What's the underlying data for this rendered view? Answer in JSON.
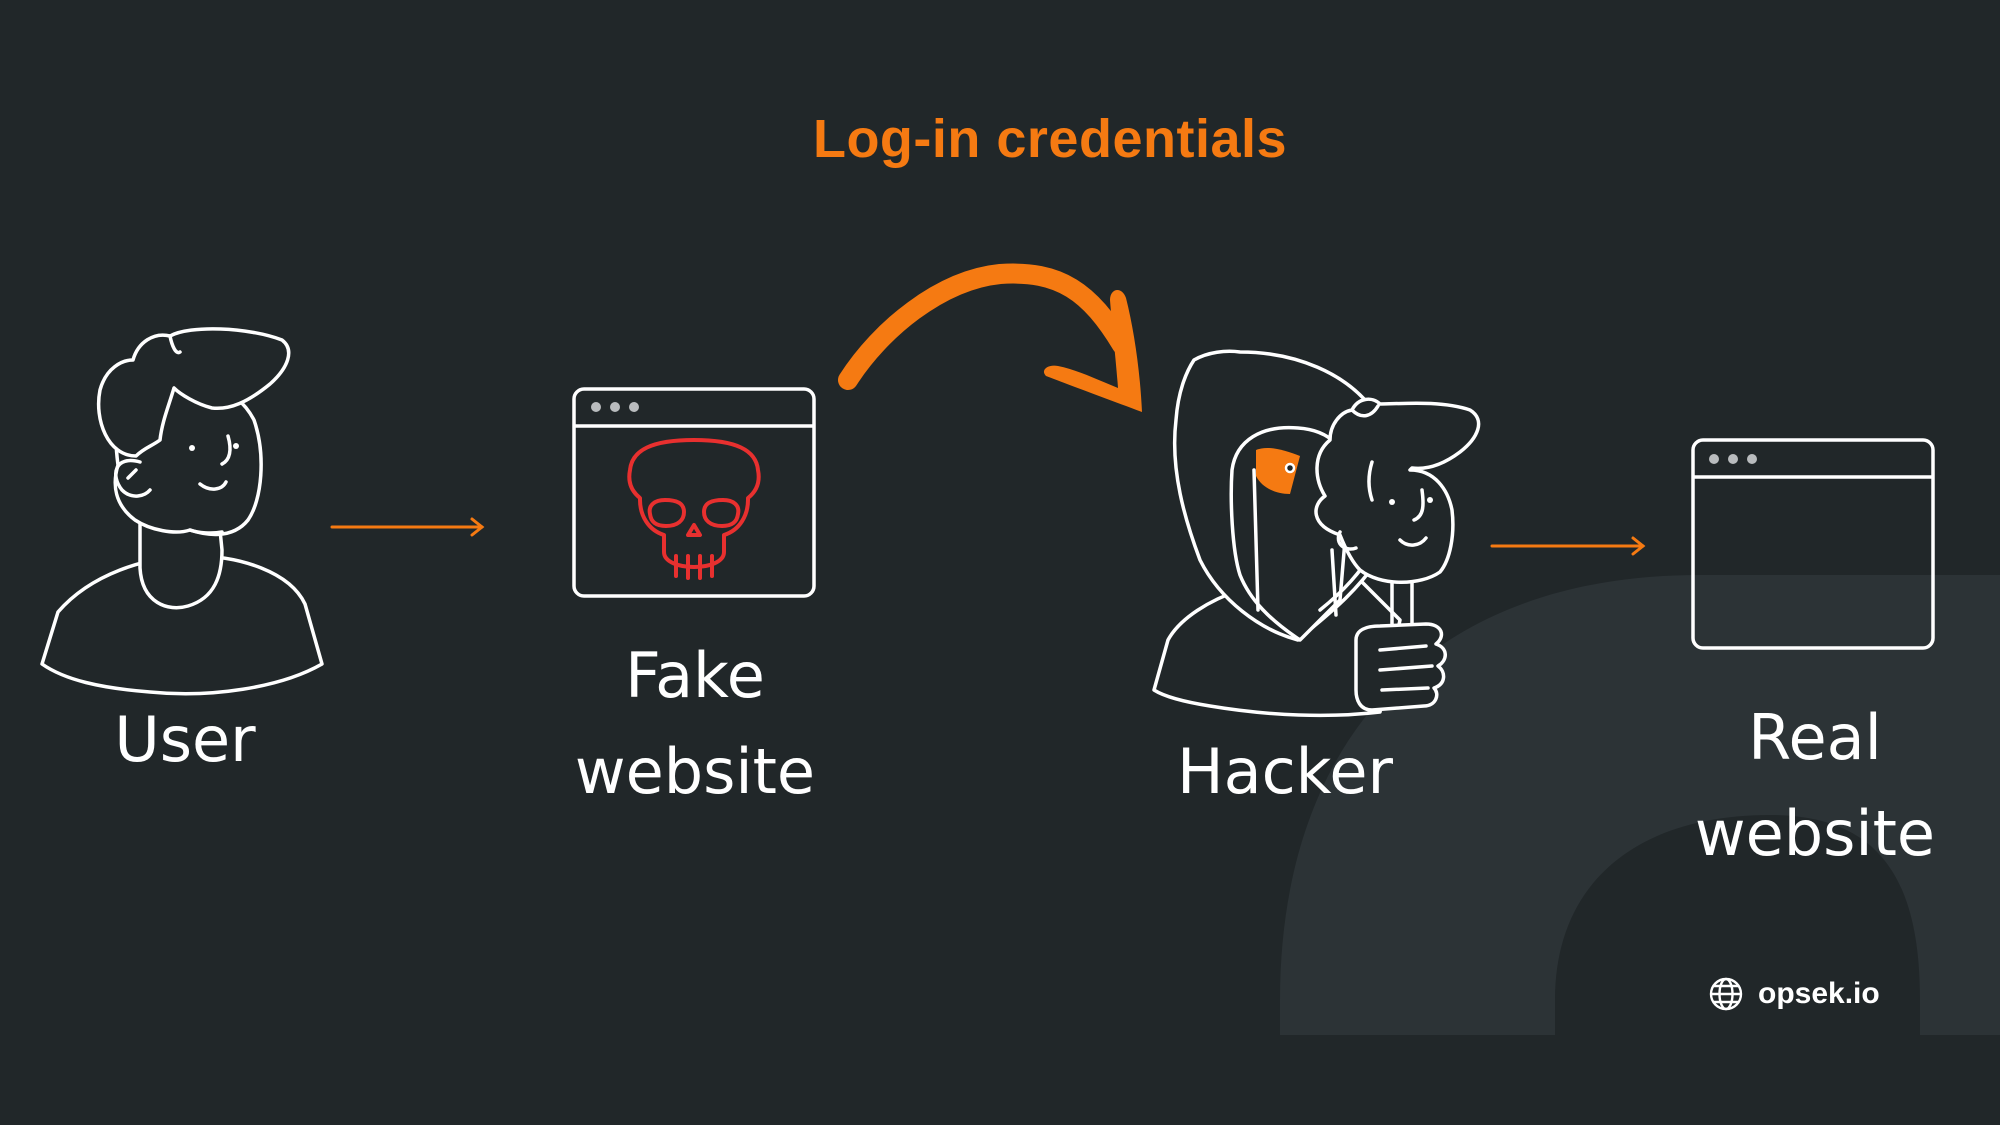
{
  "headline": "Log-in credentials",
  "nodes": {
    "user": [
      "User"
    ],
    "fake_website": [
      "Fake",
      "website"
    ],
    "hacker": [
      "Hacker"
    ],
    "real_website": [
      "Real",
      "website"
    ]
  },
  "brand": {
    "text": "opsek.io",
    "icon": "globe-icon"
  },
  "colors": {
    "background": "#212729",
    "accent": "#f57a12",
    "danger": "#e8302f",
    "line": "#ffffff",
    "deco": "#2c3336"
  }
}
